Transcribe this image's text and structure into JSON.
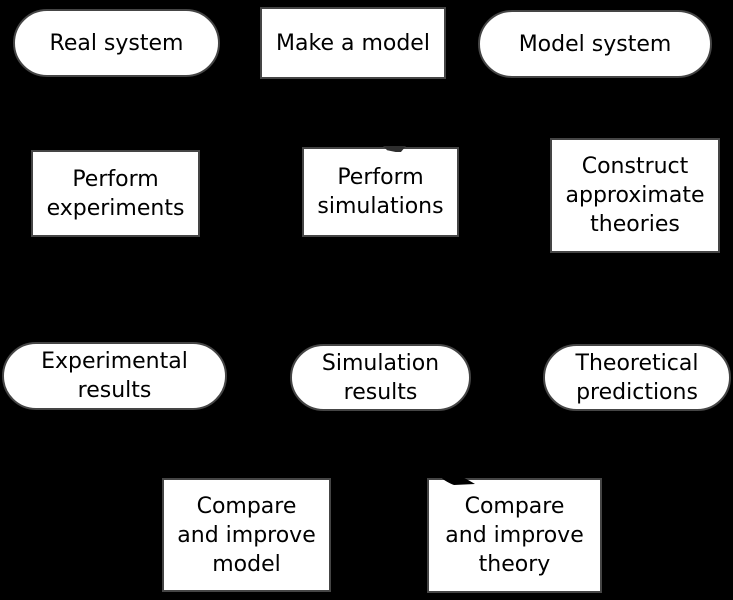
{
  "diagram": {
    "type": "flowchart",
    "background_color": "#000000",
    "node_fill": "#ffffff",
    "node_border_color": "#454545",
    "node_text_color": "#000000",
    "nodes": [
      {
        "id": "real-system",
        "shape": "stadium",
        "label": "Real system"
      },
      {
        "id": "make-a-model",
        "shape": "rect",
        "label": "Make a model"
      },
      {
        "id": "model-system",
        "shape": "stadium",
        "label": "Model system"
      },
      {
        "id": "perform-experiments",
        "shape": "rect",
        "label": "Perform\nexperiments"
      },
      {
        "id": "perform-simulations",
        "shape": "rect",
        "label": "Perform\nsimulations"
      },
      {
        "id": "construct-approximate-theories",
        "shape": "rect",
        "label": "Construct\napproximate\ntheories"
      },
      {
        "id": "experimental-results",
        "shape": "stadium",
        "label": "Experimental\nresults"
      },
      {
        "id": "simulation-results",
        "shape": "stadium",
        "label": "Simulation\nresults"
      },
      {
        "id": "theoretical-predictions",
        "shape": "stadium",
        "label": "Theoretical\npredictions"
      },
      {
        "id": "compare-and-improve-model",
        "shape": "rect",
        "label": "Compare\nand improve\nmodel"
      },
      {
        "id": "compare-and-improve-theory",
        "shape": "rect",
        "label": "Compare\nand improve\ntheory"
      }
    ],
    "visible_arrowheads": [
      {
        "target": "perform-simulations",
        "position": "top-center",
        "color": "#2e2e2e"
      },
      {
        "target": "compare-and-improve-theory",
        "position": "top-left",
        "color": "#000000"
      }
    ]
  }
}
